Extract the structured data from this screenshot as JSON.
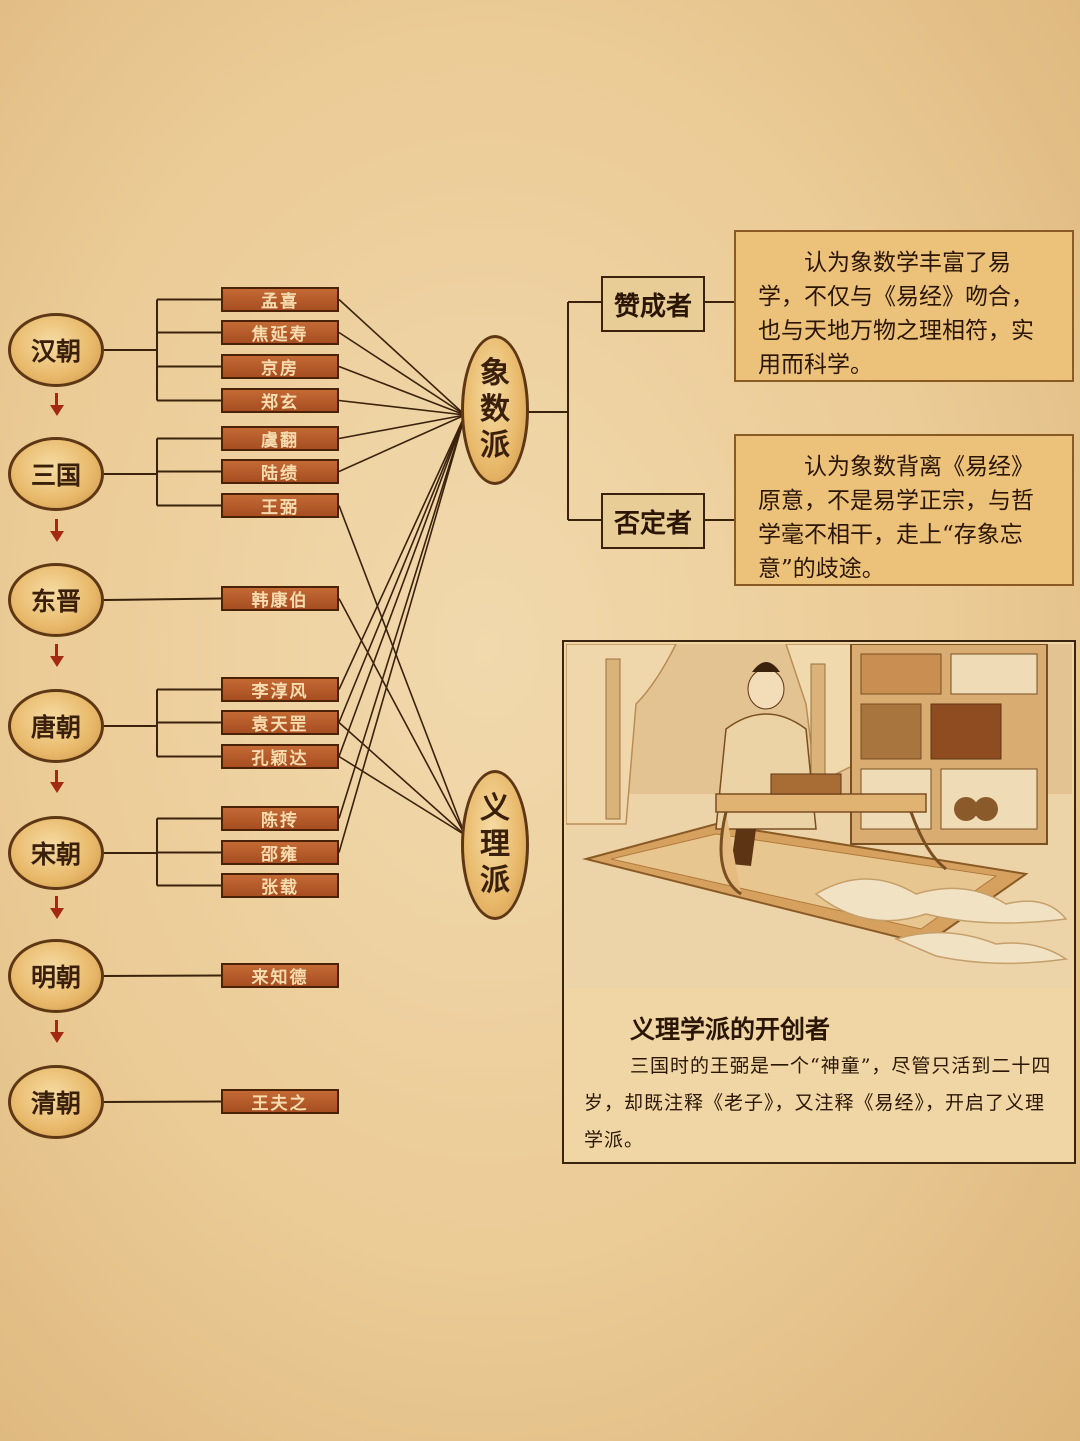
{
  "dynasties": [
    {
      "name": "汉朝",
      "persons": [
        "孟喜",
        "焦延寿",
        "京房",
        "郑玄"
      ]
    },
    {
      "name": "三国",
      "persons": [
        "虞翻",
        "陆绩",
        "王弼"
      ]
    },
    {
      "name": "东晋",
      "persons": [
        "韩康伯"
      ]
    },
    {
      "name": "唐朝",
      "persons": [
        "李淳风",
        "袁天罡",
        "孔颖达"
      ]
    },
    {
      "name": "宋朝",
      "persons": [
        "陈抟",
        "邵雍",
        "张载"
      ]
    },
    {
      "name": "明朝",
      "persons": [
        "来知德"
      ]
    },
    {
      "name": "清朝",
      "persons": [
        "王夫之"
      ]
    }
  ],
  "schools": {
    "xiangshu": {
      "name": [
        "象",
        "数",
        "派"
      ]
    },
    "yili": {
      "name": [
        "义",
        "理",
        "派"
      ]
    }
  },
  "stances": {
    "supporters": {
      "label": "赞成者",
      "text": "认为象数学丰富了易学，不仅与《易经》吻合，也与天地万物之理相符，实用而科学。"
    },
    "opponents": {
      "label": "否定者",
      "text": "认为象数背离《易经》原意，不是易学正宗，与哲学毫不相干，走上“存象忘意”的歧途。"
    }
  },
  "panel": {
    "title": "义理学派的开创者",
    "text": "三国时的王弼是一个“神童”，尽管只活到二十四岁，却既注释《老子》，又注释《易经》，开启了义理学派。"
  },
  "colors": {
    "background": "#ebcb96",
    "name_tag": "#b3582a",
    "arrow": "#a32a12",
    "line": "#3a220c"
  }
}
